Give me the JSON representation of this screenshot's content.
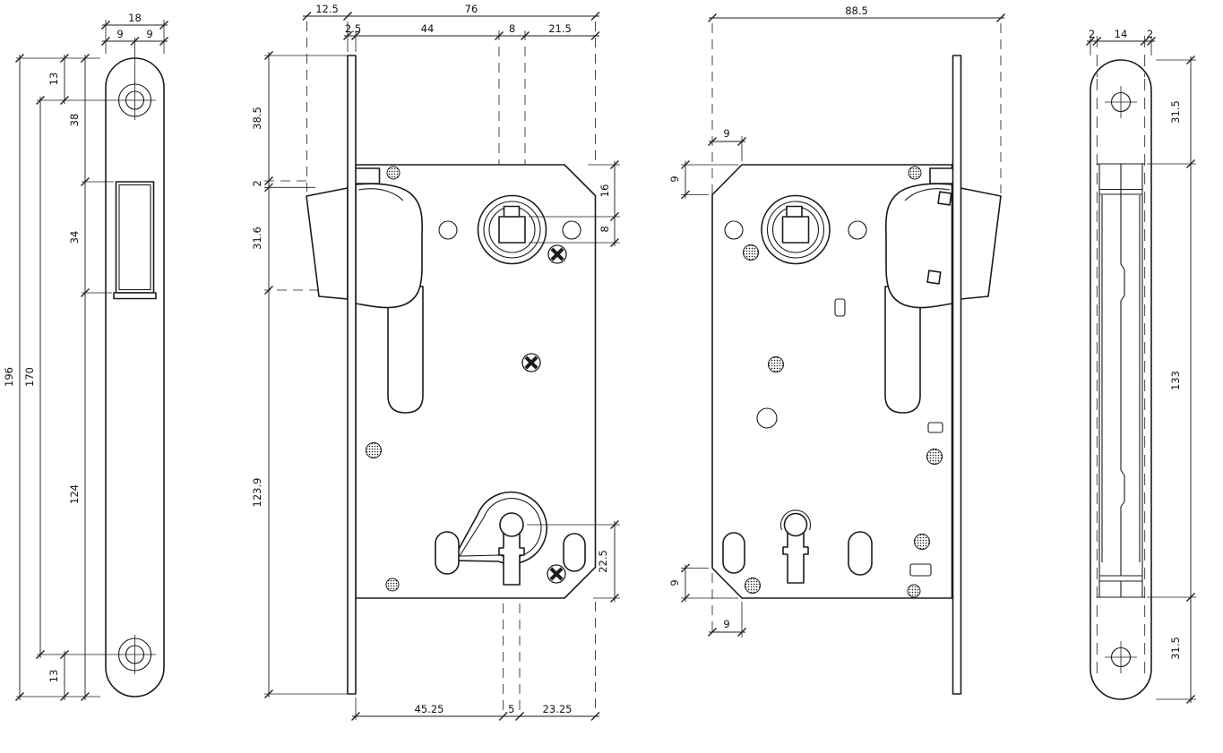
{
  "drawing": {
    "type": "technical-orthographic",
    "subject": "mortise magnetic door lock",
    "line_color": "#1b1b1b",
    "bg_color": "#ffffff",
    "views": {
      "faceplate_front": {
        "name": "faceplate front view",
        "dims": {
          "width_total": "18",
          "width_left_half": "9",
          "width_right_half": "9",
          "top_edge_to_screw": "13",
          "top_edge_to_latch_opening": "38",
          "latch_opening_height": "34",
          "height_total": "196",
          "screw_center_spacing": "170",
          "latch_opening_to_bottom": "124",
          "screw_to_bottom_edge": "13"
        }
      },
      "body_side_left": {
        "name": "lock body side view A",
        "dims": {
          "latch_projection": "12.5",
          "body_depth_total": "76",
          "faceplate_thickness": "2.5",
          "backset_to_spindle": "44",
          "spindle_square_width": "8",
          "spindle_to_back_edge": "21.5",
          "plate_top_to_latch": "38.5",
          "latch_clearance": "2",
          "latch_height": "31.6",
          "latch_to_plate_bottom": "123.9",
          "body_top_to_spindle_square": "16",
          "spindle_square_height": "8",
          "key_center_to_body_bottom": "22.5",
          "backset_to_key_slot": "45.25",
          "key_slot_width": "5",
          "key_slot_to_back_edge": "23.25"
        }
      },
      "body_side_right": {
        "name": "lock body side view B",
        "dims": {
          "overall_depth_with_latch": "88.5",
          "chamfer_top_horizontal": "9",
          "chamfer_top_vertical": "9",
          "chamfer_bottom_vertical": "9",
          "chamfer_bottom_horizontal": "9"
        }
      },
      "faceplate_back": {
        "name": "faceplate edge back view",
        "dims": {
          "edge_margin_left": "2",
          "edge_middle": "14",
          "edge_margin_right": "2",
          "plate_top_to_body": "31.5",
          "body_edge_height": "133",
          "body_to_plate_bottom": "31.5"
        }
      }
    }
  }
}
